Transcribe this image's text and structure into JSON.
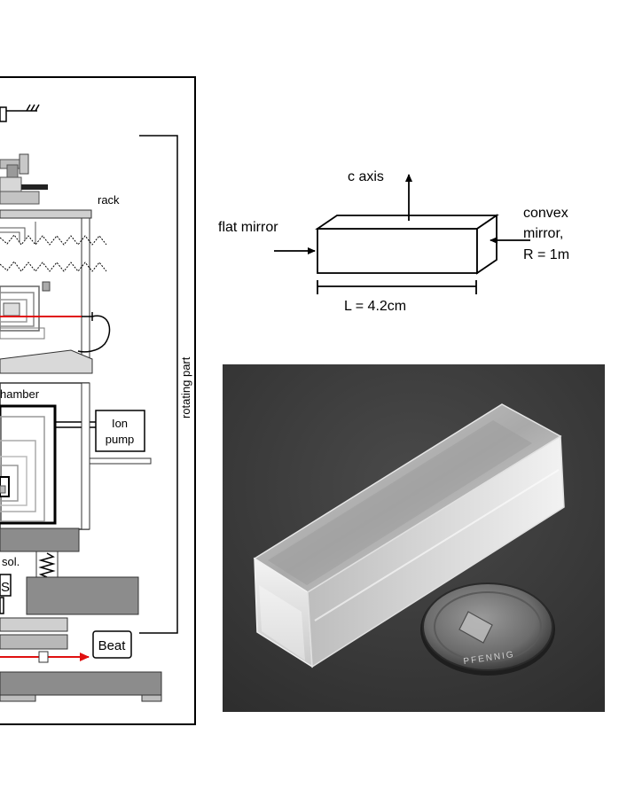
{
  "setup_diagram": {
    "labels": {
      "rack": "rack",
      "rotating_part": "rotating part",
      "chamber": "hamber",
      "ion_pump_line1": "Ion",
      "ion_pump_line2": "pump",
      "iso": "sol.",
      "s_box": "S",
      "beat": "Beat"
    },
    "colors": {
      "laser_beam": "#e01010",
      "line": "#000000",
      "gray_block": "#8c8c8c",
      "gray_light": "#cfcfcf"
    }
  },
  "resonator_sketch": {
    "c_axis": "c axis",
    "flat_mirror": "flat mirror",
    "convex_line1": "convex",
    "convex_line2": "mirror,",
    "convex_line3": "R = 1m",
    "length": "L = 4.2cm"
  },
  "photo": {
    "background": "#3a3a3a",
    "coin_text": "PFENNIG"
  }
}
